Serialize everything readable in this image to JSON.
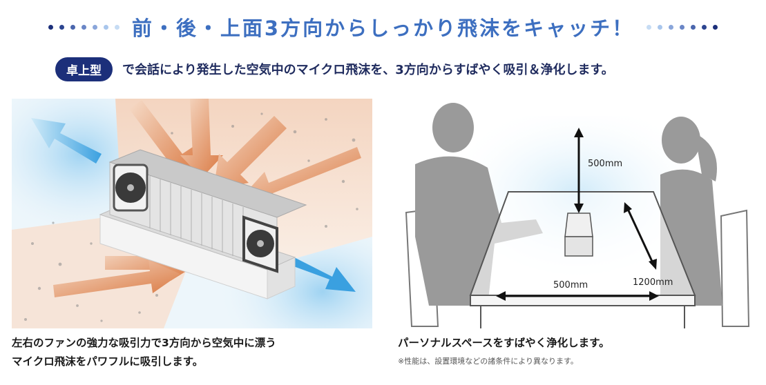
{
  "headline": "前・後・上面3方向からしっかり飛沫をキャッチ！",
  "badge": "卓上型",
  "subline": "で会話により発生した空気中のマイクロ飛沫を、3方向からすばやく吸引＆浄化します。",
  "left_caption": {
    "line1": "左右のファンの強力な吸引力で3方向から空気中に漂う",
    "line2": "マイクロ飛沫をパワフルに吸引します。"
  },
  "right_caption": "パーソナルスペースをすばやく浄化します。",
  "note": "※性能は、設置環境などの諸条件により異なります。",
  "dimensions": {
    "height": "500mm",
    "width": "500mm",
    "depth": "1200mm"
  },
  "colors": {
    "headline": "#3d6fc0",
    "badge_bg": "#1c2f7a",
    "dots_dark": "#1c2f7a",
    "dots_light": "#a9c6ec",
    "intake_arrow": "#e08a55",
    "exhaust_arrow": "#3aa0e0",
    "silhouette": "#9a9a9a",
    "clean_zone": "#bfe3f7"
  },
  "icons": [
    "intake-arrow-icon",
    "exhaust-arrow-icon",
    "fan-icon",
    "dimension-arrow-icon"
  ]
}
